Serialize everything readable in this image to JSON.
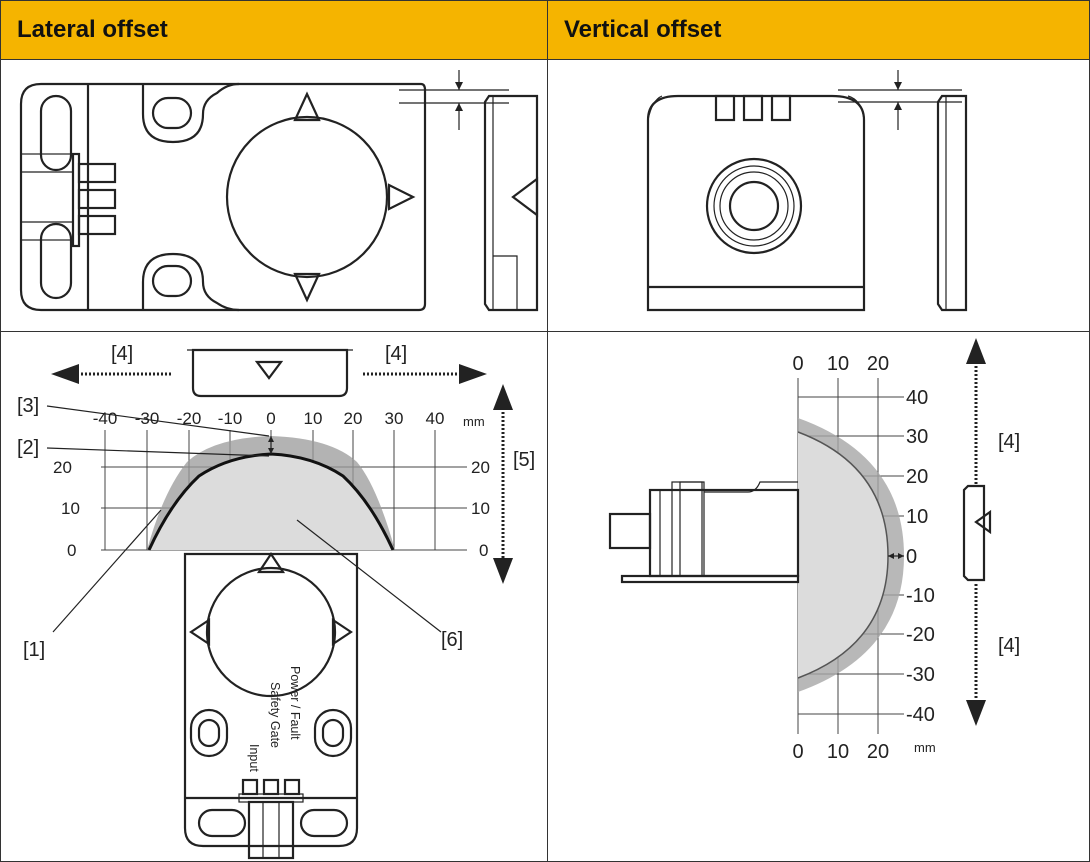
{
  "headers": {
    "left": "Lateral offset",
    "right": "Vertical offset"
  },
  "lateral": {
    "x_ticks": [
      "-40",
      "-30",
      "-20",
      "-10",
      "0",
      "10",
      "20",
      "30",
      "40"
    ],
    "unit": "mm",
    "y_ticks_left": [
      "20",
      "10",
      "0"
    ],
    "y_ticks_right": [
      "20",
      "10",
      "0"
    ],
    "callouts": {
      "c1": "[1]",
      "c2": "[2]",
      "c3": "[3]",
      "c4a": "[4]",
      "c4b": "[4]",
      "c5": "[5]",
      "c6": "[6]"
    },
    "sensor_labels": {
      "power": "Power / Fault",
      "safety": "Safety Gate",
      "input": "Input"
    }
  },
  "vertical": {
    "top_ticks": [
      "0",
      "10",
      "20"
    ],
    "bottom_ticks": [
      "0",
      "10",
      "20"
    ],
    "unit": "mm",
    "y_ticks": [
      "40",
      "30",
      "20",
      "10",
      "0",
      "-10",
      "-20",
      "-30",
      "-40"
    ],
    "callouts": {
      "c4a": "[4]",
      "c4b": "[4]"
    }
  }
}
